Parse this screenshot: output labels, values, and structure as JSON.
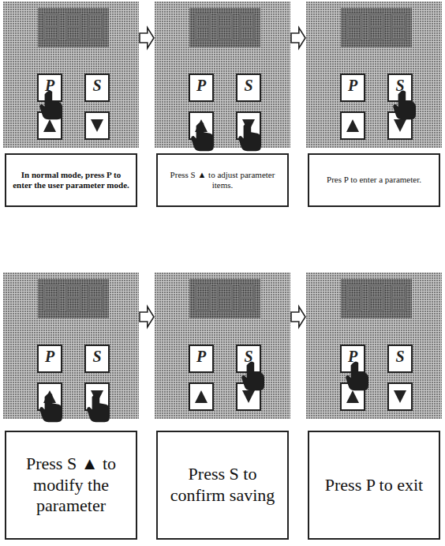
{
  "diagram": {
    "nodes": [
      {
        "text": [
          "In normal mode, press P to enter the user parameter mode."
        ]
      },
      {
        "text": [
          "Press S ▲ to adjust parameter items."
        ]
      },
      {
        "text": [
          "Pres P to enter a parameter."
        ]
      },
      {
        "text": [
          "Press S ▲ to modify the parameter"
        ]
      },
      {
        "text": [
          "Press S to confirm saving"
        ]
      },
      {
        "text": [
          "Press P to exit"
        ]
      }
    ],
    "edges": [
      {
        "from": 0,
        "to": 1,
        "arrow": "to"
      },
      {
        "from": 1,
        "to": 2,
        "arrow": "to"
      },
      {
        "from": 3,
        "to": 4,
        "arrow": "to"
      },
      {
        "from": 4,
        "to": 5,
        "arrow": "to"
      }
    ],
    "labels": [
      "P",
      "S",
      "P",
      "S",
      "P",
      "S",
      "P",
      "S",
      "P",
      "S",
      "P",
      "S"
    ]
  }
}
